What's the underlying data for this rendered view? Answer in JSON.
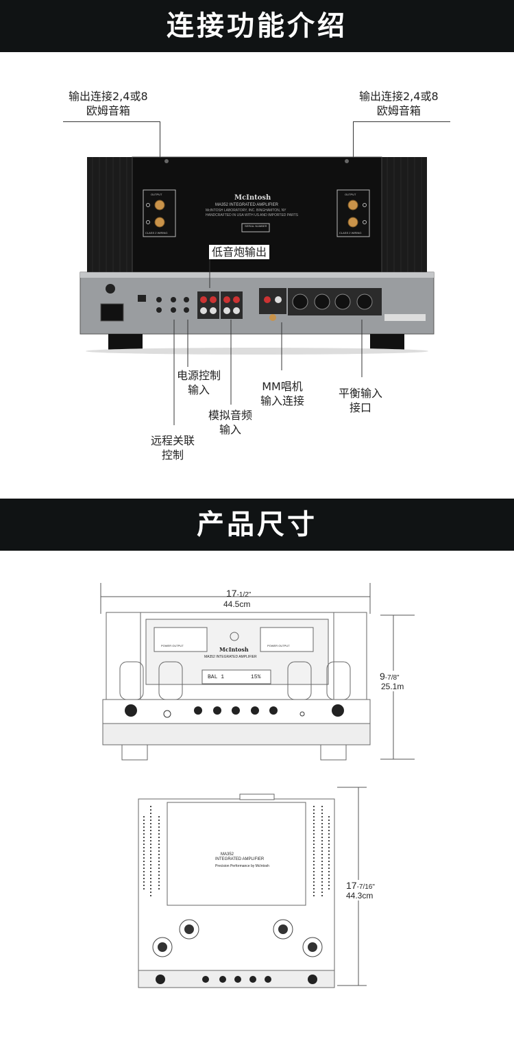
{
  "section_connections": {
    "title": "连接功能介绍",
    "callouts": {
      "output_left": [
        "输出连接2,4或8",
        "欧姆音箱"
      ],
      "output_right": [
        "输出连接2,4或8",
        "欧姆音箱"
      ],
      "subwoofer": "低音炮输出",
      "power_control": [
        "电源控制",
        "输入"
      ],
      "mm_phono": [
        "MM唱机",
        "输入连接"
      ],
      "balanced": [
        "平衡输入",
        "接口"
      ],
      "analog": [
        "模拟音频",
        "输入"
      ],
      "remote": [
        "远程关联",
        "控制"
      ]
    },
    "panel_text": {
      "brand": "McIntosh",
      "model": "MA352 INTEGRATED AMPLIFIER",
      "maker": "McINTOSH LABORATORY, INC.   BINGHAMTON, NY",
      "handcrafted": "HANDCRAFTED IN USA WITH US AND IMPORTED PARTS",
      "serial": "SERIAL NUMBER",
      "output_label": "OUTPUT",
      "wiring_label": "CLASS 2 WIRING"
    }
  },
  "section_dimensions": {
    "title": "产品尺寸",
    "width_in": "17",
    "width_frac": "-1/2\"",
    "width_cm": "44.5cm",
    "height_in": "9",
    "height_frac": "-7/8\"",
    "height_cm": "25.1m",
    "depth_in": "17",
    "depth_frac": "-7/16\"",
    "depth_cm": "44.3cm",
    "front_text": {
      "brand": "McIntosh",
      "model": "MA352 INTEGRATED AMPLIFIER",
      "display_input": "BAL 1",
      "display_volume": "15%",
      "meter_label": "POWER OUTPUT"
    },
    "top_text": {
      "model": "MA352",
      "subtitle": "INTEGRATED AMPLIFIER",
      "tagline": "Precision Performance by McIntosh"
    }
  }
}
